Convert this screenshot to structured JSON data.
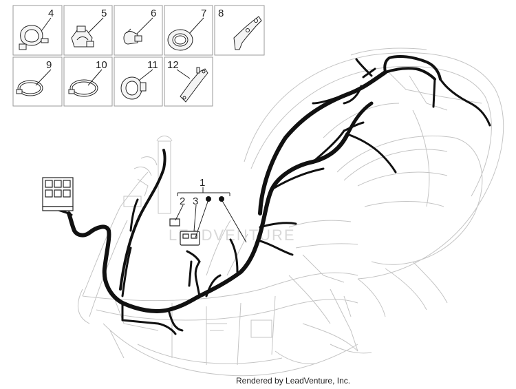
{
  "diagram": {
    "parts": [
      {
        "number": "4"
      },
      {
        "number": "5"
      },
      {
        "number": "6"
      },
      {
        "number": "7"
      },
      {
        "number": "8"
      },
      {
        "number": "9"
      },
      {
        "number": "10"
      },
      {
        "number": "11"
      },
      {
        "number": "12"
      },
      {
        "number": "1"
      },
      {
        "number": "2"
      },
      {
        "number": "3"
      }
    ],
    "watermark": "LEADVENTURE",
    "credit": "Rendered by LeadVenture, Inc.",
    "colors": {
      "harness": "#111111",
      "outline": "#c8c8c8",
      "box": "#9a9a9a"
    }
  }
}
